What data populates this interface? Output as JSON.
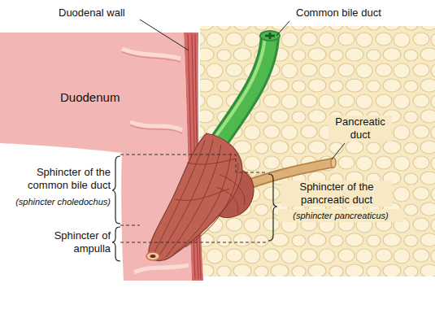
{
  "diagram": {
    "labels": [
      "Duodenal wall",
      "Common bile duct",
      "Duodenum",
      "Pancreatic duct",
      "Sphincter of the common bile duct",
      "(sphincter choledochus)",
      "Sphincter of ampulla",
      "Sphincter of the pancreatic duct",
      "(sphincter pancreaticus)"
    ]
  }
}
